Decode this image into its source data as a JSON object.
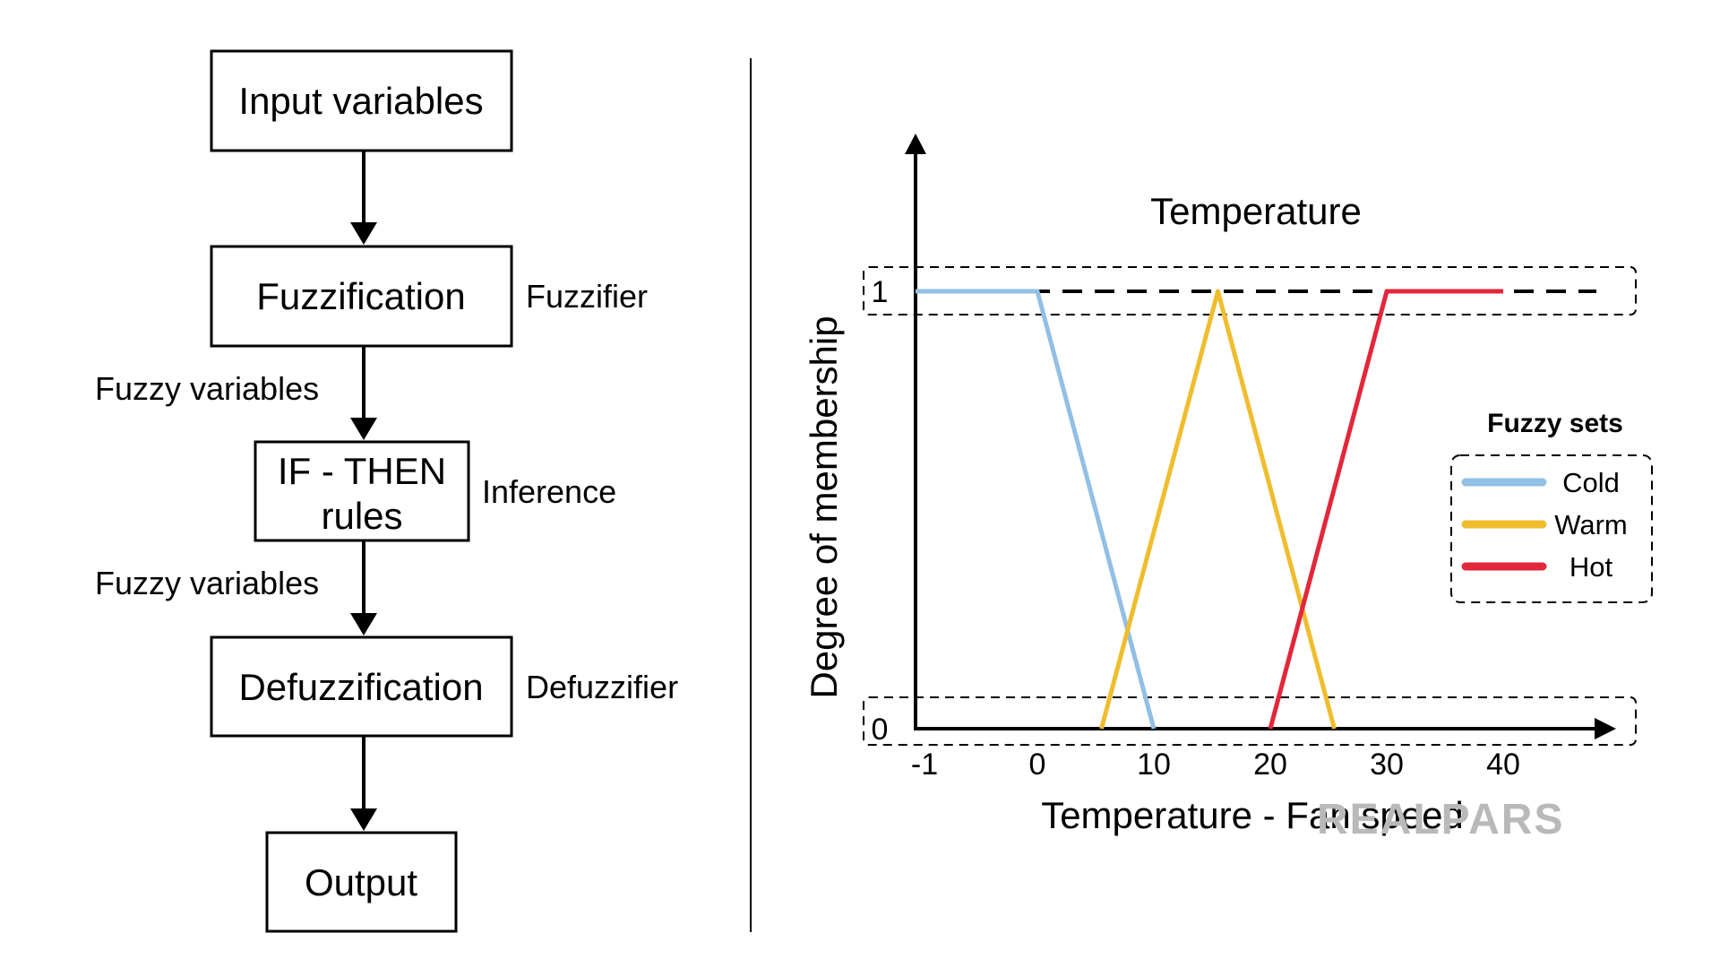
{
  "flow": {
    "steps": [
      {
        "label": "Input variables"
      },
      {
        "label": "Fuzzification",
        "side": "Fuzzifier"
      },
      {
        "label_line1": "IF - THEN",
        "label_line2": "rules",
        "side": "Inference"
      },
      {
        "label": "Defuzzification",
        "side": "Defuzzifier"
      },
      {
        "label": "Output"
      }
    ],
    "edge_labels": [
      "Fuzzy variables",
      "Fuzzy variables"
    ]
  },
  "chart_data": {
    "type": "line",
    "title": "Temperature",
    "xlabel": "Temperature - Fan speed",
    "ylabel": "Degree of membership",
    "x_ticks": [
      "-1",
      "0",
      "10",
      "20",
      "30",
      "40"
    ],
    "y_ticks": [
      "0",
      "1"
    ],
    "legend_title": "Fuzzy sets",
    "legend_position": "right",
    "series": [
      {
        "name": "Cold",
        "color": "#92bfe3",
        "x": [
          -1,
          0,
          10
        ],
        "y": [
          1,
          1,
          0
        ]
      },
      {
        "name": "Warm",
        "color": "#efbd2e",
        "x": [
          5.5,
          15.5,
          25.5
        ],
        "y": [
          0,
          1,
          0
        ]
      },
      {
        "name": "Hot",
        "color": "#e3273b",
        "x": [
          20,
          30,
          40
        ],
        "y": [
          0,
          1,
          1
        ]
      }
    ]
  },
  "watermark": "REALPARS"
}
